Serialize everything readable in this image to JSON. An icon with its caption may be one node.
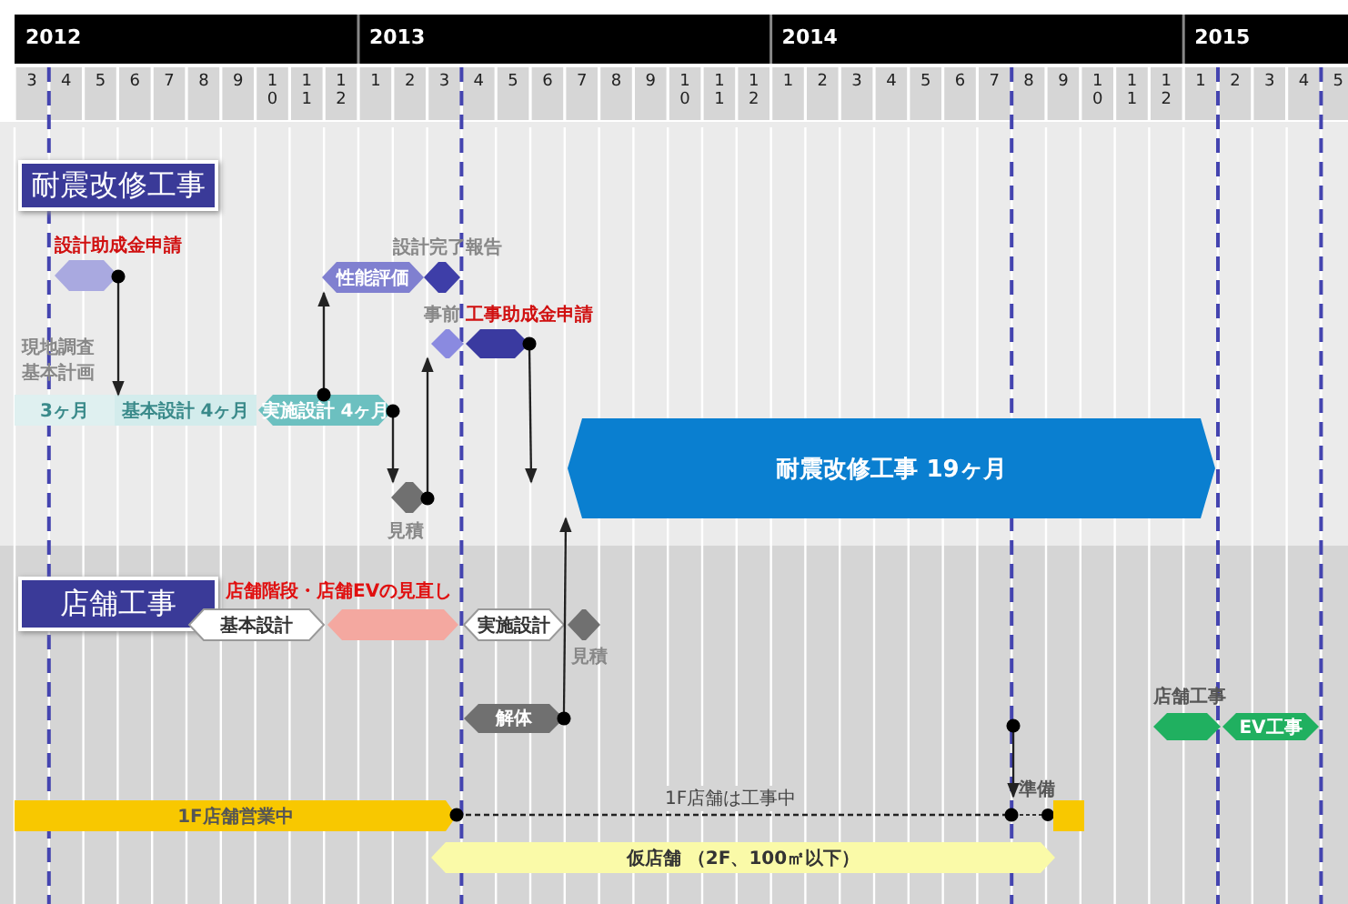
{
  "diagram": {
    "nodes": [
      {
        "text": [
          "耐震改修工事"
        ]
      },
      {
        "text": [
          "設計助成金申請"
        ]
      },
      {
        "text": [
          "性能評価"
        ]
      },
      {
        "text": [
          "設計完了報告"
        ]
      },
      {
        "text": [
          "3ヶ月"
        ],
        "beside": [
          "現地調査基本計画"
        ]
      },
      {
        "text": [
          "基本設計 4ヶ月"
        ]
      },
      {
        "text": [
          "実施設計 4ヶ月"
        ]
      },
      {
        "text": [],
        "shape": "hexagon",
        "beside": [
          "見積"
        ]
      },
      {
        "text": [
          "事前"
        ]
      },
      {
        "text": [
          "工事助成金申請"
        ]
      },
      {
        "text": [
          "耐震改修工事 19ヶ月"
        ]
      },
      {
        "text": [
          "店舗工事"
        ]
      },
      {
        "text": [
          "基本設計"
        ]
      },
      {
        "text": [
          "店舗階段・店舗EVの見直し"
        ]
      },
      {
        "text": [
          "実施設計"
        ]
      },
      {
        "text": [],
        "shape": "hexagon",
        "beside": [
          "見積"
        ]
      },
      {
        "text": [
          "解体"
        ]
      },
      {
        "text": [
          "1F店舗営業中"
        ]
      },
      {
        "text": [
          "準備"
        ]
      },
      {
        "text": [
          "仮店舗 （2F、100㎡以下）"
        ]
      },
      {
        "text": [
          "店舗工事"
        ]
      },
      {
        "text": [
          "EV工事"
        ]
      }
    ],
    "edges": [
      {
        "from": 1,
        "to": 5,
        "arrow": "to"
      },
      {
        "from": 6,
        "to": 2,
        "arrow": "to"
      },
      {
        "from": 6,
        "to": 7,
        "arrow": "to"
      },
      {
        "from": 7,
        "to": 8,
        "arrow": "to"
      },
      {
        "from": 9,
        "to": 10,
        "arrow": "to"
      },
      {
        "from": 16,
        "to": 10,
        "arrow": "to"
      },
      {
        "from": 17,
        "to": 18,
        "arrow": "other",
        "style": "dashed",
        "label": "1F店舗は工事中"
      },
      {
        "from": null,
        "to": 18,
        "arrow": "to"
      }
    ],
    "labels": [
      "2012",
      "2013",
      "2014",
      "2015",
      "3",
      "4",
      "5",
      "6",
      "7",
      "8",
      "9",
      "10",
      "11",
      "12",
      "1",
      "2",
      "3",
      "4",
      "5",
      "6",
      "7",
      "8",
      "9",
      "10",
      "11",
      "12",
      "1",
      "2",
      "3",
      "4",
      "5",
      "6",
      "7",
      "8",
      "9",
      "10",
      "11",
      "12",
      "1",
      "2",
      "3",
      "4",
      "5"
    ]
  }
}
